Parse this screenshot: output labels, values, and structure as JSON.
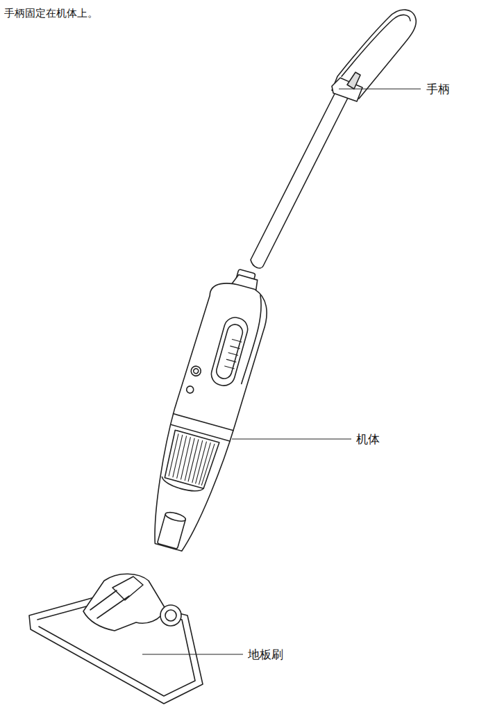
{
  "diagram": {
    "labels": [
      "手柄固定在机体上。",
      "手柄",
      "机体",
      "地板刷"
    ]
  }
}
